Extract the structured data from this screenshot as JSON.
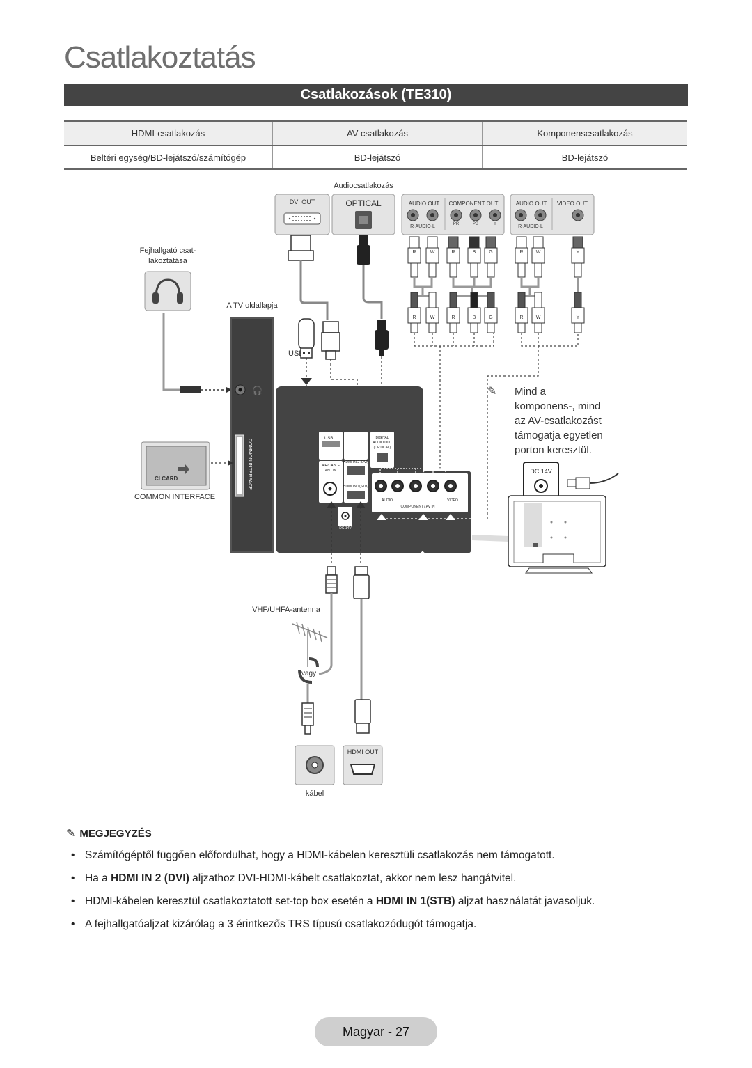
{
  "page": {
    "title": "Csatlakoztatás",
    "section_title": "Csatlakozások (TE310)"
  },
  "table": {
    "headers": [
      "HDMI-csatlakozás",
      "AV-csatlakozás",
      "Komponenscsatlakozás"
    ],
    "row": [
      "Beltéri egység/BD-lejátszó/számítógép",
      "BD-lejátszó",
      "BD-lejátszó"
    ]
  },
  "diagram": {
    "audio_connection_label": "Audiocsatlakozás",
    "dvi_out": "DVI OUT",
    "optical": "OPTICAL",
    "audio_out": "AUDIO OUT",
    "component_out": "COMPONENT OUT",
    "video_out": "VIDEO OUT",
    "r_audio_l": "R-AUDIO-L",
    "pr": "PR",
    "pb": "PB",
    "y": "Y",
    "r": "R",
    "w": "W",
    "b": "B",
    "g": "G",
    "headphone_label_1": "Fejhallgató csat-",
    "headphone_label_2": "lakoztatása",
    "tv_side_panel": "A TV oldallapja",
    "usb": "USB",
    "common_interface": "COMMON INTERFACE",
    "ci_card": "CI CARD",
    "panel_usb": "USB",
    "panel_digital_1": "DIGITAL",
    "panel_digital_2": "AUDIO OUT",
    "panel_digital_3": "(OPTICAL)",
    "panel_air_cable_1": "AIR/CABLE",
    "panel_air_cable_2": "ANT IN",
    "panel_hdmi2": "HDMI IN 2 (DVI)",
    "panel_hdmi1": "HDMI IN 1(STB)",
    "panel_audio": "AUDIO",
    "panel_video": "VIDEO",
    "panel_component_av": "COMPONENT / AV IN",
    "panel_dc14v": "DC 14V",
    "dc14v": "DC 14V",
    "mind_note": [
      "Mind a",
      "komponens-, mind",
      "az AV-csatlakozást",
      "támogatja egyetlen",
      "porton keresztül."
    ],
    "antenna_label": "VHF/UHFA-antenna",
    "or_label": "vagy",
    "hdmi_out": "HDMI OUT",
    "cable_label": "kábel"
  },
  "notes": {
    "heading": "MEGJEGYZÉS",
    "items": [
      {
        "parts": [
          "Számítógéptől függően előfordulhat, hogy a HDMI-kábelen keresztüli csatlakozás nem támogatott."
        ]
      },
      {
        "pre": "Ha a ",
        "bold": "HDMI IN 2 (DVI)",
        "post": " aljzathoz DVI-HDMI-kábelt csatlakoztat, akkor nem lesz hangátvitel."
      },
      {
        "pre": "HDMI-kábelen keresztül csatlakoztatott set-top box esetén a ",
        "bold": "HDMI IN 1(STB)",
        "post": " aljzat használatát javasoljuk."
      },
      {
        "parts": [
          "A fejhallgatóaljzat kizárólag a 3 érintkezős TRS típusú csatlakozódugót támogatja."
        ]
      }
    ]
  },
  "footer": {
    "page_label": "Magyar - 27"
  }
}
